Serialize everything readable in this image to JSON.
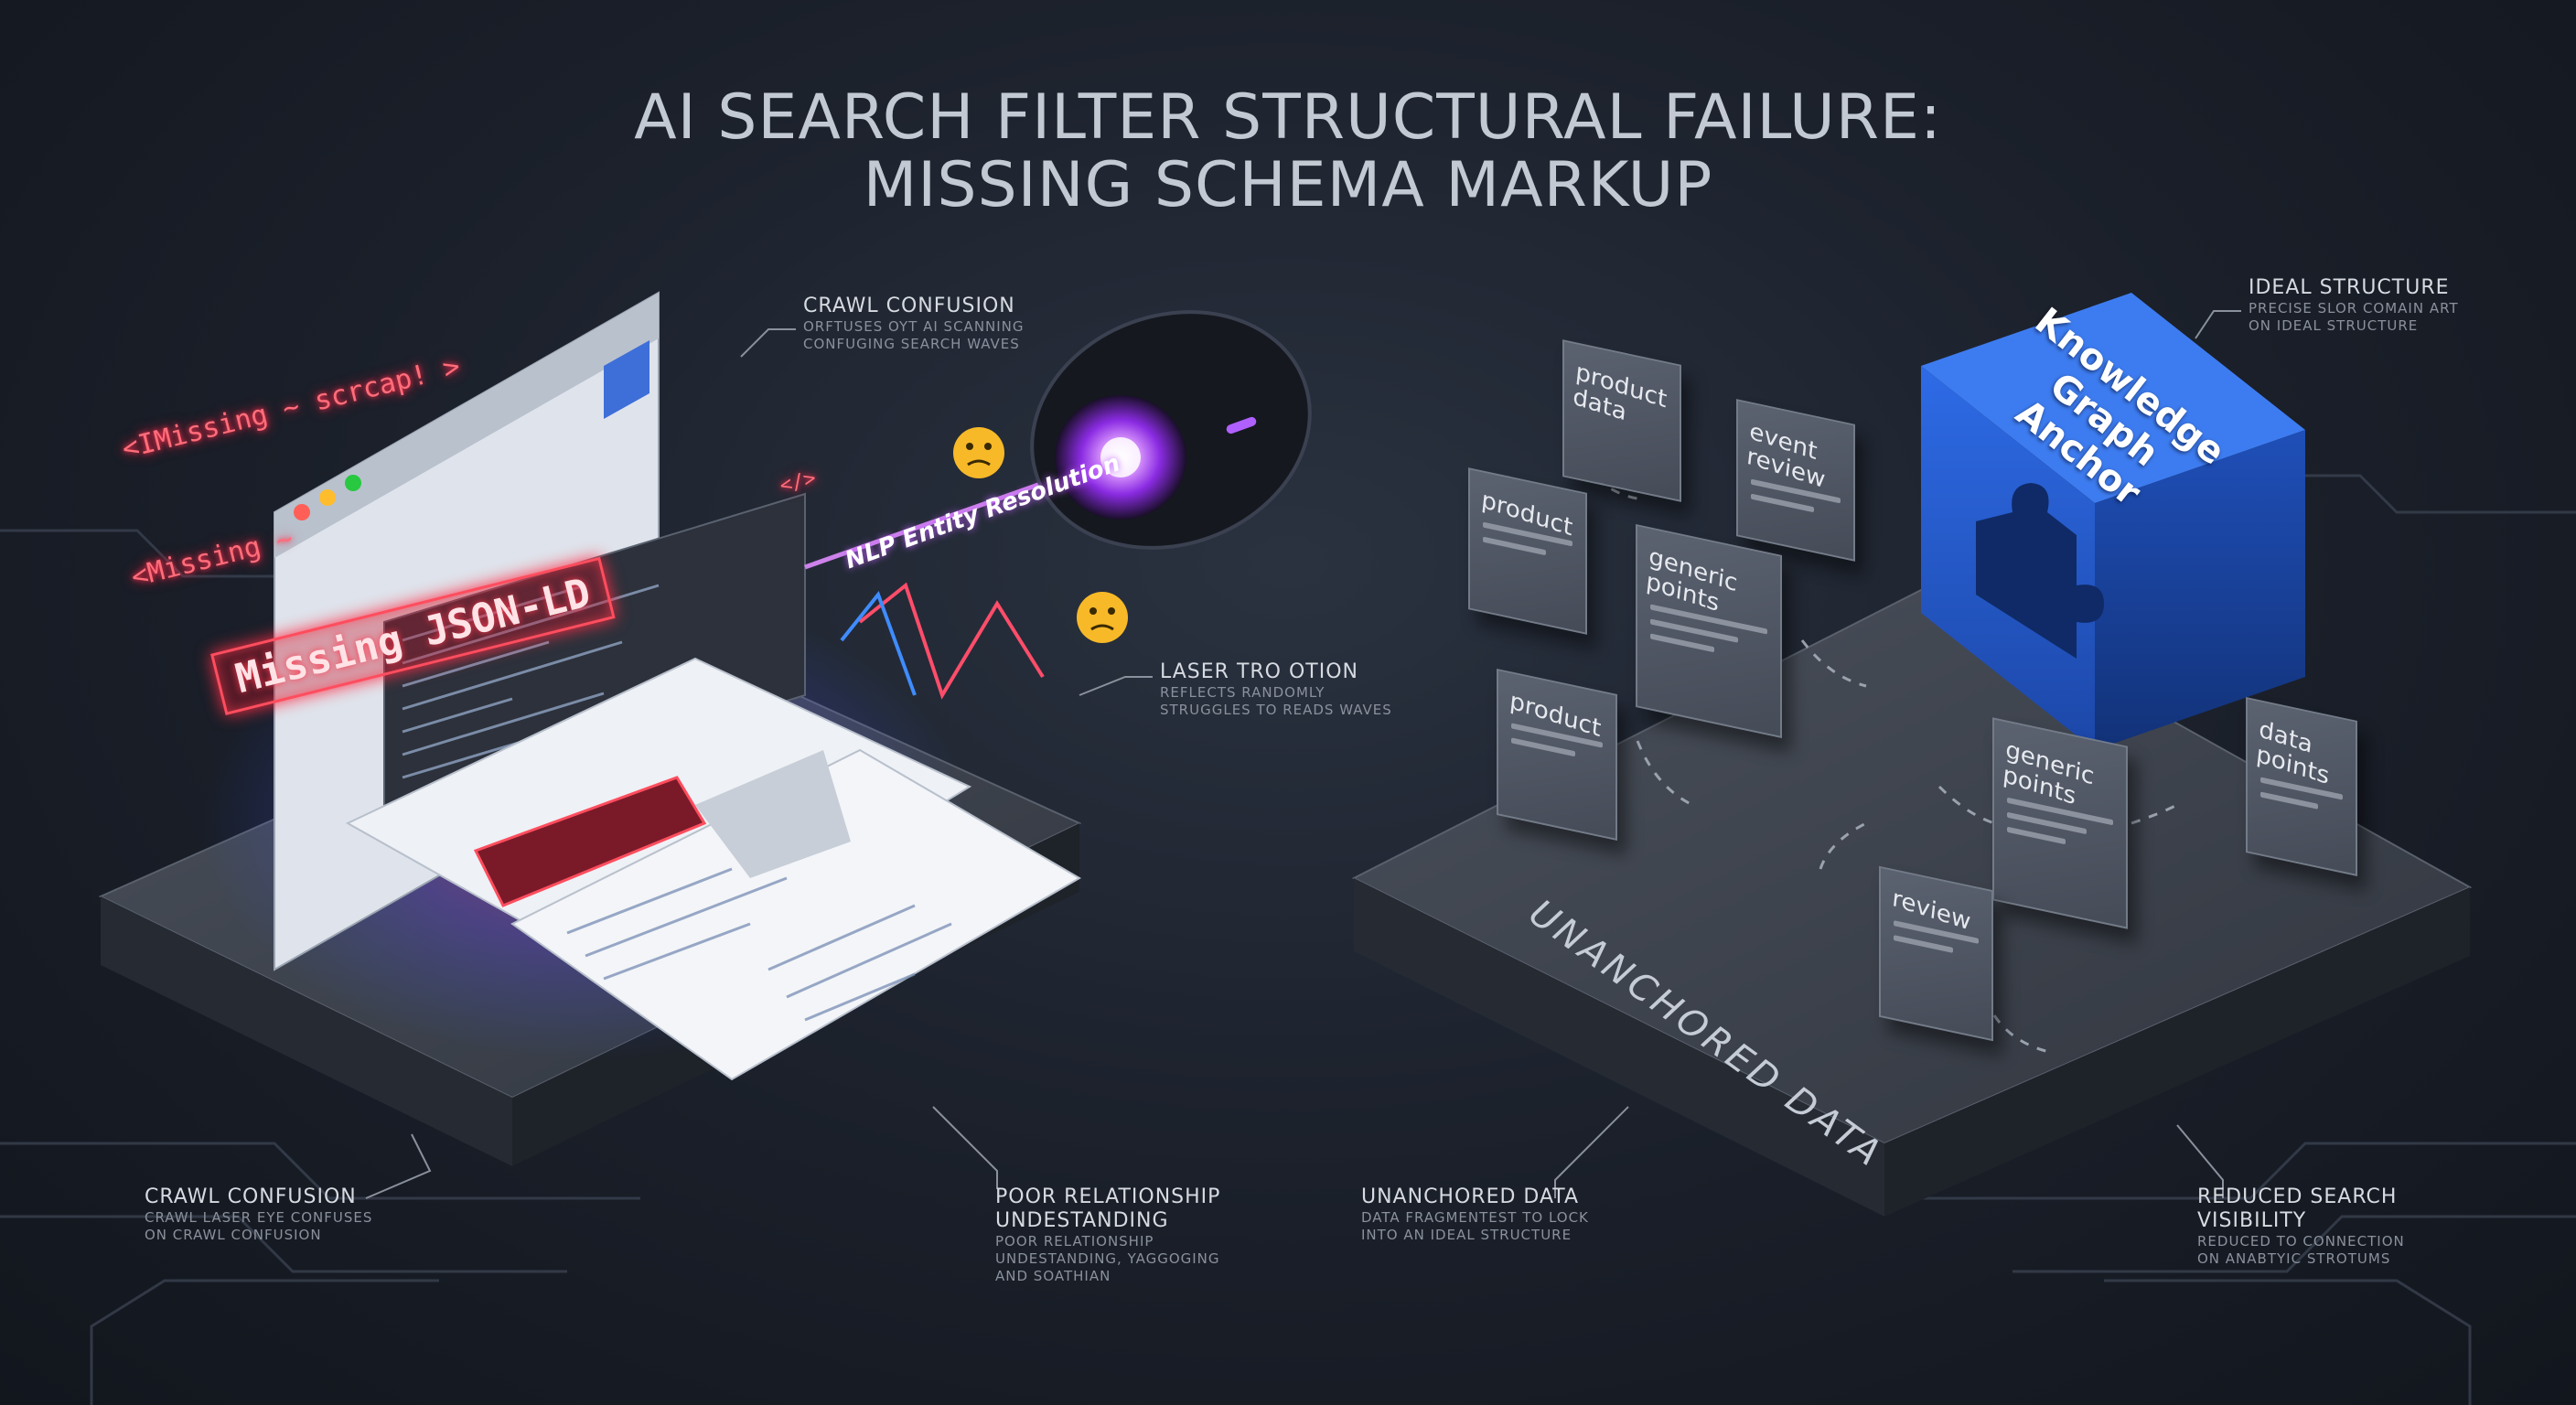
{
  "title": {
    "line1": "AI SEARCH FILTER STRUCTURAL FAILURE:",
    "line2": "MISSING SCHEMA MARKUP"
  },
  "left_scene": {
    "neon_tags": [
      "<IMissing ~ scrcap! >",
      "<Missing ~",
      "Missing JSON-LD"
    ],
    "code_tag": "</>",
    "laser_label": "NLP Entity Resolution",
    "callout_crawl": {
      "heading": "CRAWL CONFUSION",
      "body": "ORFTUSES OYT AI SCANNING\nCONFUGING SEARCH WAVES"
    },
    "callout_laser": {
      "heading": "LASER TRO OTION",
      "body": "REFLECTS RANDOMLY\nSTRUGGLES TO READS WAVES"
    }
  },
  "right_scene": {
    "kg_anchor": "Knowledge\nGraph Anchor",
    "callout_ideal": {
      "heading": "IDEAL STRUCTURE",
      "body": "PRECISE SLOR COMAIN ART\nON IDEAL STRUCTURE"
    },
    "platform_label": "UNANCHORED DATA",
    "cards": [
      {
        "label": "product\ndata"
      },
      {
        "label": "event\nreview"
      },
      {
        "label": "product"
      },
      {
        "label": "generic\npoints"
      },
      {
        "label": "product"
      },
      {
        "label": "generic\npoints"
      },
      {
        "label": "data\npoints"
      },
      {
        "label": "review"
      }
    ]
  },
  "bottom_labels": [
    {
      "heading": "CRAWL CONFUSION",
      "body": "CRAWL LASER EYE CONFUSES\nON CRAWL CONFUSION"
    },
    {
      "heading": "POOR RELATIONSHIP\nUNDESTANDING",
      "body": "POOR RELATIONSHIP\nUNDESTANDING, YAGGOGING\nAND SOATHIAN"
    },
    {
      "heading": "UNANCHORED DATA",
      "body": "DATA FRAGMENTEST TO LOCK\nINTO AN IDEAL STRUCTURE"
    },
    {
      "heading": "REDUCED SEARCH\nVISIBILITY",
      "body": "REDUCED TO CONNECTION\nON ANABTYIC STROTUMS"
    }
  ],
  "colors": {
    "accent_red": "#ff4d5e",
    "accent_blue": "#2f6fe0",
    "laser": "#c060ff",
    "platform": "#3b414c"
  }
}
